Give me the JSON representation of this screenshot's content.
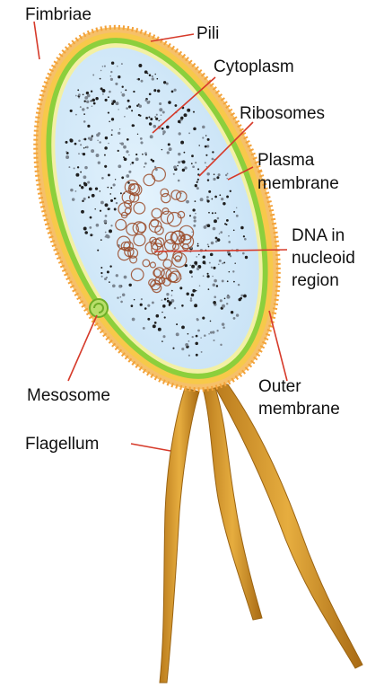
{
  "labels": {
    "fimbriae": "Fimbriae",
    "pili": "Pili",
    "cytoplasm": "Cytoplasm",
    "ribosomes": "Ribosomes",
    "plasma_membrane": [
      "Plasma",
      "membrane"
    ],
    "dna_nucleoid": [
      "DNA in",
      "nucleoid",
      "region"
    ],
    "mesosome": "Mesosome",
    "outer_membrane": [
      "Outer",
      "membrane"
    ],
    "flagellum": "Flagellum"
  },
  "colors": {
    "leader_line": "#d63a2a",
    "fimbriae_fuzz": "#f3a23a",
    "outer_membrane": "#f7c94a",
    "plasma_membrane": "#8ccf3c",
    "cytoplasm": "#d6ecfb",
    "nucleoid": "#9a4a28",
    "flagellum": "#d79a2a"
  }
}
